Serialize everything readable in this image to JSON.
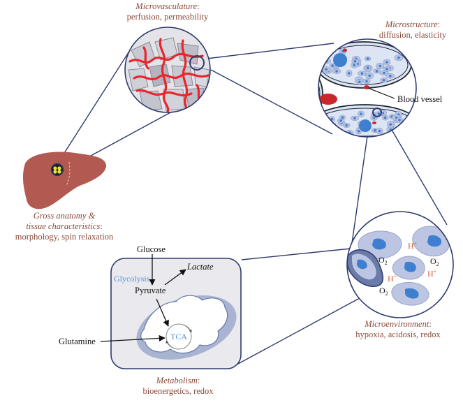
{
  "captions": {
    "microvasculature": {
      "title": "Microvasculature",
      "sep": ":",
      "detail": "perfusion, permeability"
    },
    "microstructure": {
      "title": "Microstructure",
      "sep": ":",
      "detail": "diffusion, elasticity"
    },
    "gross_anatomy": {
      "title_line1": "Gross anatomy &",
      "title_line2": "tissue characteristics",
      "sep": ":",
      "detail": "morphology, spin relaxation"
    },
    "microenvironment": {
      "title": "Microenvironment",
      "sep": ":",
      "detail": "hypoxia, acidosis, redox"
    },
    "metabolism": {
      "title": "Metabolism",
      "sep": ":",
      "detail": "bioenergetics, redox"
    }
  },
  "labels": {
    "blood_vessel": "Blood vessel",
    "glucose": "Glucose",
    "lactate": "Lactate",
    "glycolysis": "Glycolysis",
    "pyruvate": "Pyruvate",
    "tca": "TCA",
    "glutamine": "Glutamine",
    "h_plus": "H",
    "plus": "+",
    "o2_o": "O",
    "o2_sub": "2"
  },
  "colors": {
    "caption": "#8a4a3a",
    "liver": "#b25a52",
    "vessel_red": "#e8262b",
    "cell_blue": "#9fb0d8",
    "nucleus_blue": "#3f7fd0",
    "outline_navy": "#2e3a6e",
    "glycolysis_blue": "#4f93d8",
    "proton_orange": "#d0603a"
  }
}
